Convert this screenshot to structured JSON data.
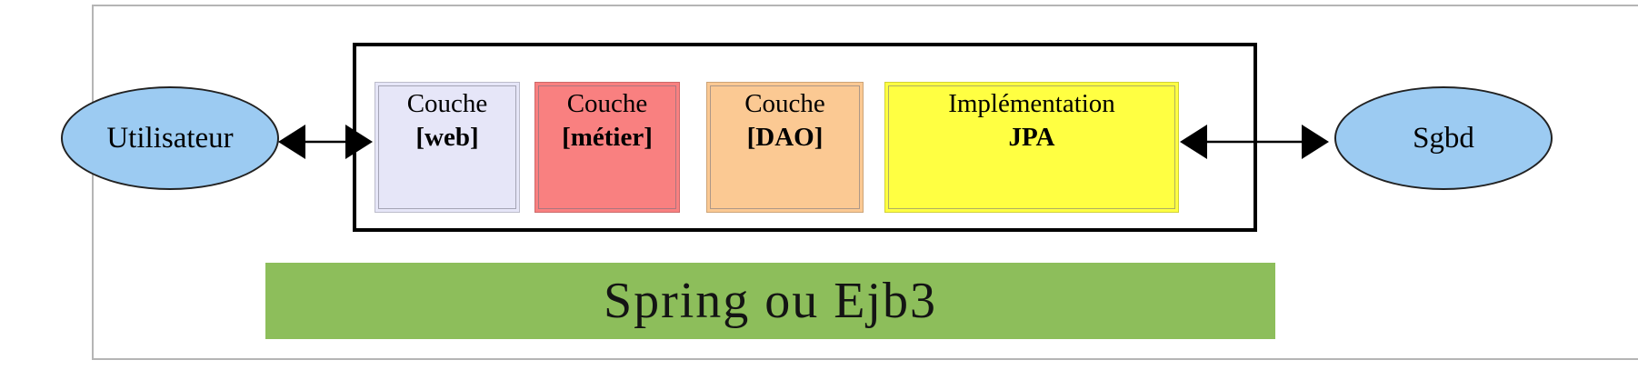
{
  "diagram": {
    "actors": {
      "user": {
        "label": "Utilisateur"
      },
      "database": {
        "label": "Sgbd"
      }
    },
    "layers": {
      "web": {
        "line1": "Couche",
        "line2": "[web]",
        "fill": "#E6E6F8"
      },
      "metier": {
        "line1": "Couche",
        "line2": "[métier]",
        "fill": "#F98080"
      },
      "dao": {
        "line1": "Couche",
        "line2": "[DAO]",
        "fill": "#FBC993"
      },
      "jpa": {
        "line1": "Implémentation",
        "line2": "JPA",
        "fill": "#FFFF42"
      }
    },
    "banner": {
      "label": "Spring ou Ejb3",
      "fill": "#8DBE5B"
    },
    "colors": {
      "ellipse_fill": "#9CCBF2",
      "container_border": "#000000",
      "frame_border": "#B5B5B5",
      "arrow": "#000000"
    }
  }
}
